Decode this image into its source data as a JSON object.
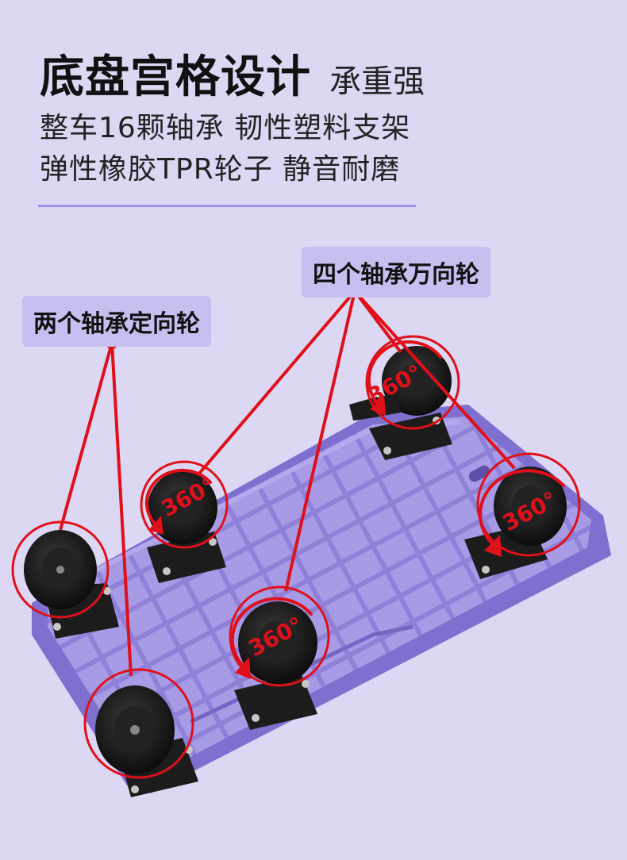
{
  "header": {
    "title": "底盘宫格设计",
    "subtitle": "承重强",
    "features": [
      "整车16颗轴承  韧性塑料支架",
      "弹性橡胶TPR轮子  静音耐磨"
    ]
  },
  "callouts": {
    "fixed_wheels": "两个轴承定向轮",
    "swivel_wheels": "四个轴承万向轮"
  },
  "rotation_label": "360°",
  "colors": {
    "background": "#dcd7f2",
    "accent_line": "#9d90e6",
    "callout_bg": "#c8bff0",
    "pointer_red": "#e0101a",
    "chassis_purple": "#9a8ce0"
  }
}
